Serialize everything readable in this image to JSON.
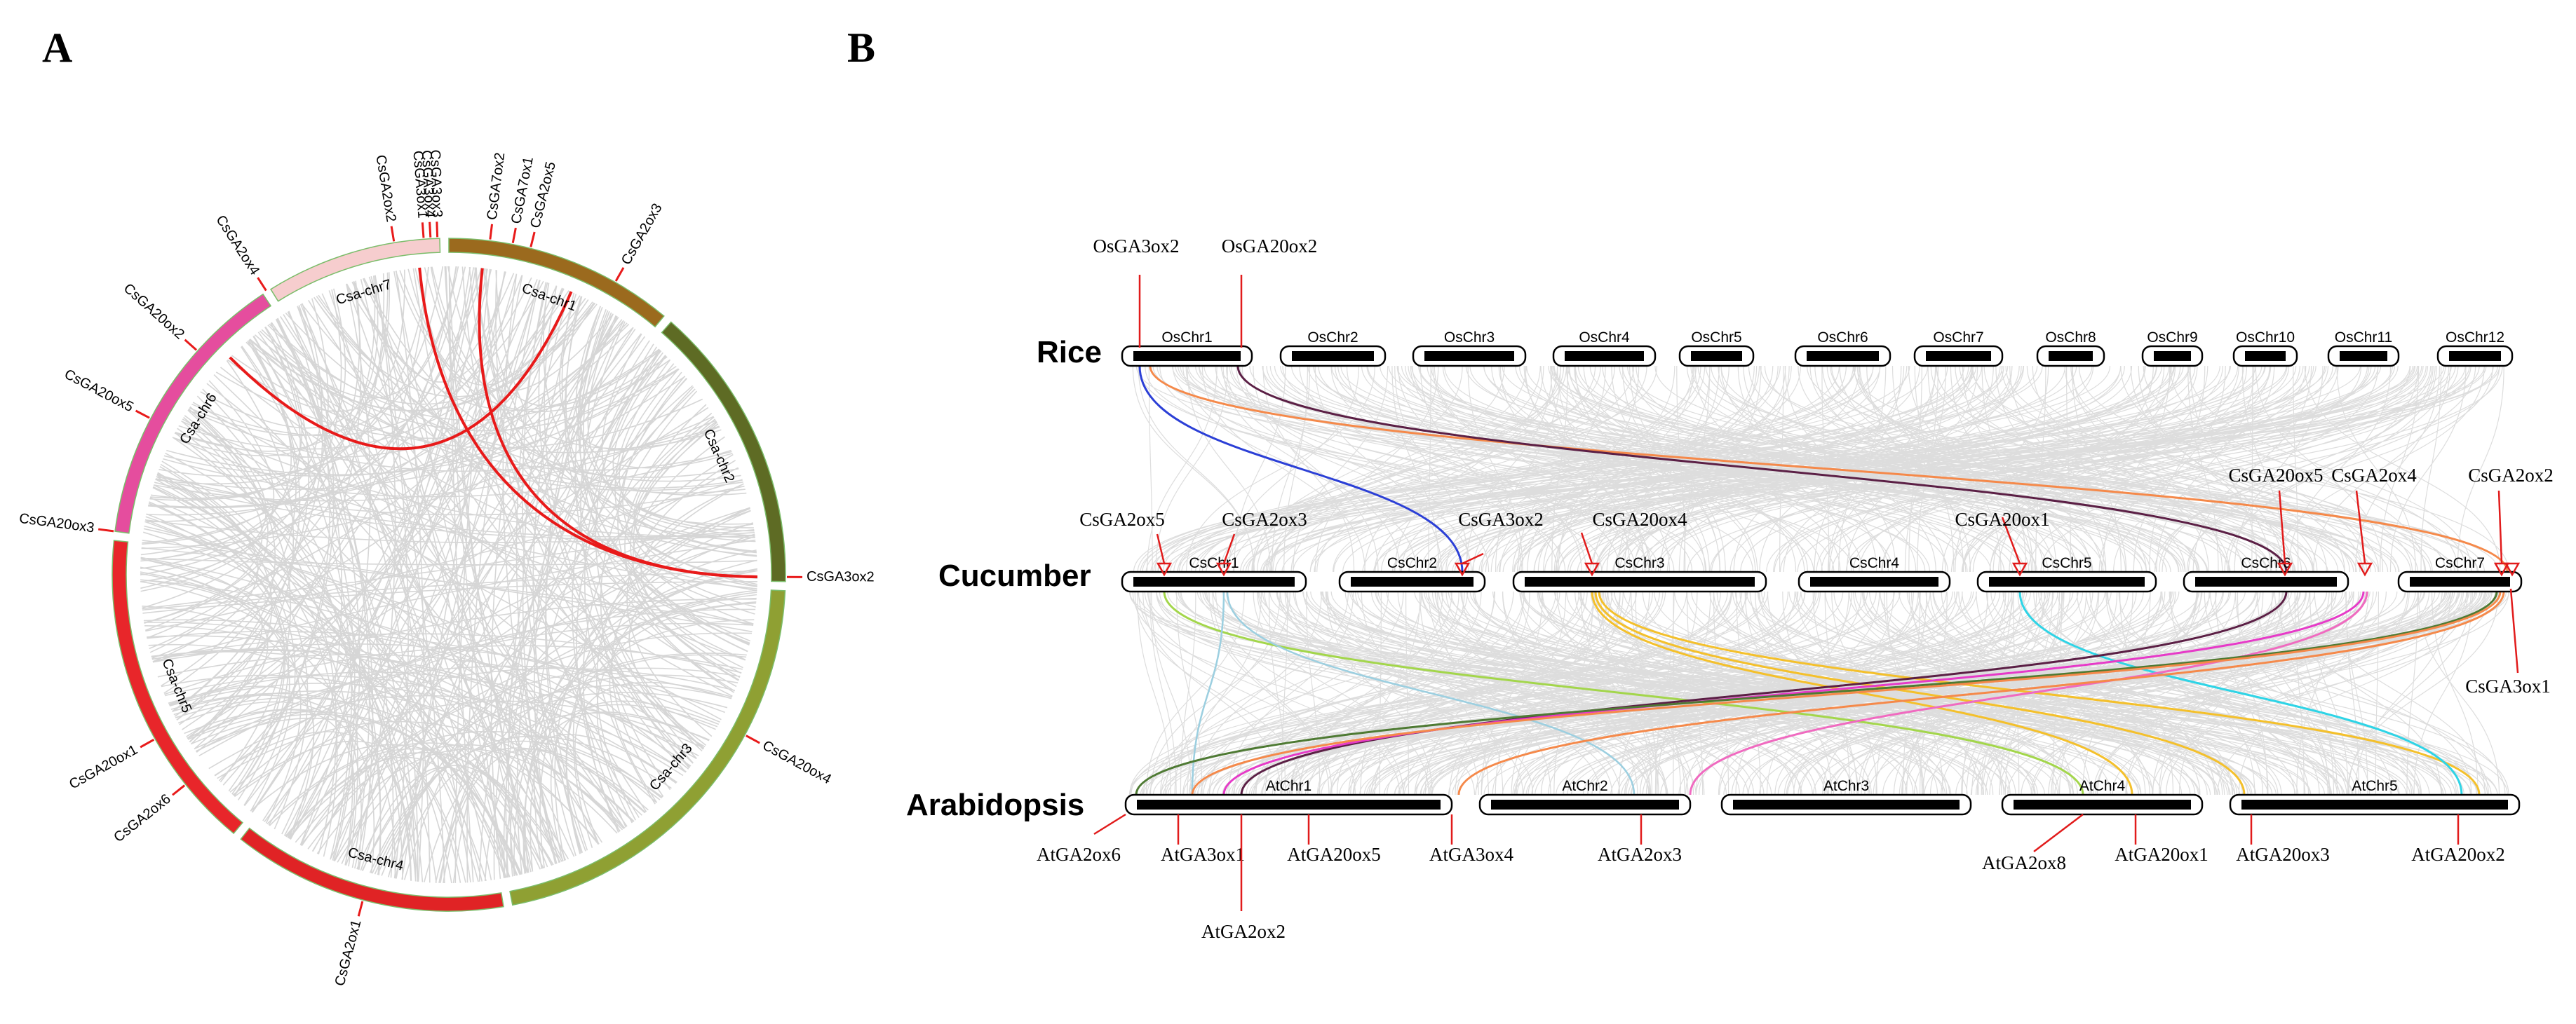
{
  "panels": {
    "a_letter": "A",
    "b_letter": "B"
  },
  "panel_a": {
    "chromosomes": [
      {
        "name": "Csa-chr1",
        "color": "#9B6A1E",
        "start": 0,
        "end": 51
      },
      {
        "name": "Csa-chr2",
        "color": "#5E6B24",
        "start": 53,
        "end": 117
      },
      {
        "name": "Csa-chr3",
        "color": "#8FA033",
        "start": 119,
        "end": 217
      },
      {
        "name": "Csa-chr4",
        "color": "#E02325",
        "start": 219,
        "end": 280
      },
      {
        "name": "Csa-chr5",
        "color": "#E8262A",
        "start": 282,
        "end": 354
      },
      {
        "name": "Csa-chr6",
        "color": "#E54D9E",
        "start": 356,
        "end": 419
      },
      {
        "name": "Csa-chr7",
        "color": "#F6CDCE",
        "start": 421,
        "end": 460
      }
    ],
    "genes": [
      {
        "name": "CsGA3ox3",
        "pos": 459.5
      },
      {
        "name": "CsGA3ox4",
        "pos": 458
      },
      {
        "name": "CsGA3ox1",
        "pos": 456.5
      },
      {
        "name": "CsGA2ox2",
        "pos": 450
      },
      {
        "name": "CsGA7ox1",
        "pos": 14
      },
      {
        "name": "CsGA7ox2",
        "pos": 9
      },
      {
        "name": "CsGA2ox5",
        "pos": 18
      },
      {
        "name": "CsGA2ox3",
        "pos": 38
      },
      {
        "name": "CsGA3ox2",
        "pos": 116
      },
      {
        "name": "CsGA20ox4",
        "pos": 152
      },
      {
        "name": "CsGA2ox1",
        "pos": 250
      },
      {
        "name": "CsGA2ox6",
        "pos": 297
      },
      {
        "name": "CsGA20ox1",
        "pos": 309
      },
      {
        "name": "CsGA20ox3",
        "pos": 356
      },
      {
        "name": "CsGA20ox5",
        "pos": 382
      },
      {
        "name": "CsGA20ox2",
        "pos": 400
      },
      {
        "name": "CsGA2ox4",
        "pos": 420
      }
    ],
    "red_links": [
      [
        8,
        116
      ],
      [
        455,
        116
      ],
      [
        30,
        404
      ]
    ]
  },
  "panel_b": {
    "species": [
      "Rice",
      "Cucumber",
      "Arabidopsis"
    ],
    "rice_chrs": [
      "OsChr1",
      "OsChr2",
      "OsChr3",
      "OsChr4",
      "OsChr5",
      "OsChr6",
      "OsChr7",
      "OsChr8",
      "OsChr9",
      "OsChr10",
      "OsChr11",
      "OsChr12"
    ],
    "cucumber_chrs": [
      "CsChr1",
      "CsChr2",
      "CsChr3",
      "CsChr4",
      "CsChr5",
      "CsChr6",
      "CsChr7"
    ],
    "arabidopsis_chrs": [
      "AtChr1",
      "AtChr2",
      "AtChr3",
      "AtChr4",
      "AtChr5"
    ],
    "rice_genes": [
      "OsGA3ox2",
      "OsGA20ox2"
    ],
    "cucumber_genes": [
      "CsGA2ox5",
      "CsGA2ox3",
      "CsGA3ox2",
      "CsGA20ox4",
      "CsGA20ox1",
      "CsGA20ox5",
      "CsGA2ox4",
      "CsGA2ox2",
      "CsGA3ox1"
    ],
    "arabidopsis_genes": [
      "AtGA2ox6",
      "AtGA3ox1",
      "AtGA2ox2",
      "AtGA20ox5",
      "AtGA3ox4",
      "AtGA2ox3",
      "AtGA2ox8",
      "AtGA20ox1",
      "AtGA20ox3",
      "AtGA20ox2"
    ],
    "link_colors": {
      "rice_blue": "#2B3FD6",
      "rice_orange": "#F5894A",
      "rice_purple": "#5B1F45",
      "yellowgreen": "#A3D64B",
      "lightblue": "#9CCFE0",
      "gold": "#F4C02B",
      "magenta": "#E63AC8",
      "pink": "#F06AC0",
      "cyan": "#2ED4E6",
      "darkgreen": "#4E7A33",
      "red": "#E11B1B"
    }
  }
}
